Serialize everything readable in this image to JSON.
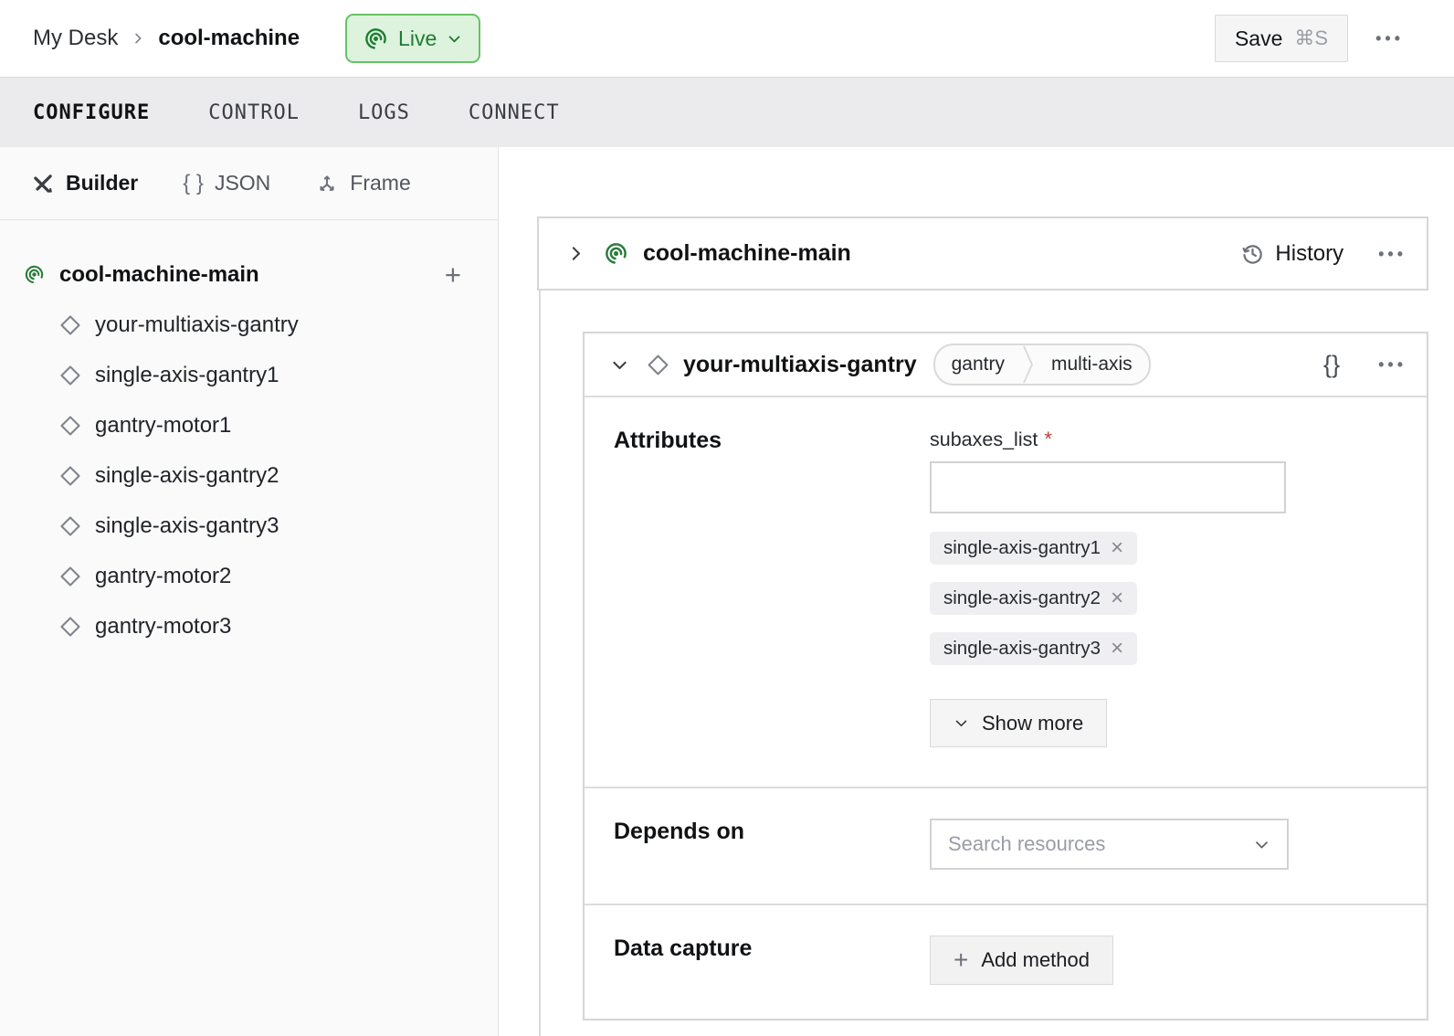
{
  "colors": {
    "live_bg": "#ddf3dd",
    "live_border": "#66c266",
    "live_text": "#1d7c33",
    "machine_icon_green": "#2a7d3c",
    "required_red": "#c13a33",
    "card_border": "#d6d6d8",
    "tabbar_bg": "#ebebed"
  },
  "icons": {
    "dots_glyph": "•••",
    "plus_glyph": "+",
    "braces_json_glyph": "{ }",
    "braces_compact_glyph": "{}",
    "remove_glyph": "×"
  },
  "topbar": {
    "breadcrumb": {
      "parent": "My Desk",
      "current": "cool-machine"
    },
    "live": {
      "label": "Live"
    },
    "save": {
      "label": "Save",
      "shortcut": "⌘S"
    }
  },
  "tabbar": {
    "tabs": [
      {
        "label": "CONFIGURE",
        "active": true
      },
      {
        "label": "CONTROL",
        "active": false
      },
      {
        "label": "LOGS",
        "active": false
      },
      {
        "label": "CONNECT",
        "active": false
      }
    ]
  },
  "sidebar": {
    "views": [
      {
        "label": "Builder",
        "active": true
      },
      {
        "label": "JSON",
        "active": false
      },
      {
        "label": "Frame",
        "active": false
      }
    ],
    "tree": {
      "root": {
        "label": "cool-machine-main"
      },
      "children": [
        {
          "label": "your-multiaxis-gantry"
        },
        {
          "label": "single-axis-gantry1"
        },
        {
          "label": "gantry-motor1"
        },
        {
          "label": "single-axis-gantry2"
        },
        {
          "label": "single-axis-gantry3"
        },
        {
          "label": "gantry-motor2"
        },
        {
          "label": "gantry-motor3"
        }
      ]
    }
  },
  "main": {
    "part_card": {
      "title": "cool-machine-main",
      "history_label": "History"
    },
    "component_card": {
      "title": "your-multiaxis-gantry",
      "tags": [
        "gantry",
        "multi-axis"
      ],
      "attributes": {
        "section_label": "Attributes",
        "field_label": "subaxes_list",
        "required_marker": "*",
        "input_value": "",
        "chips": [
          {
            "label": "single-axis-gantry1"
          },
          {
            "label": "single-axis-gantry2"
          },
          {
            "label": "single-axis-gantry3"
          }
        ],
        "show_more_label": "Show more"
      },
      "depends_on": {
        "section_label": "Depends on",
        "placeholder": "Search resources"
      },
      "data_capture": {
        "section_label": "Data capture",
        "add_label": "Add method"
      }
    }
  }
}
